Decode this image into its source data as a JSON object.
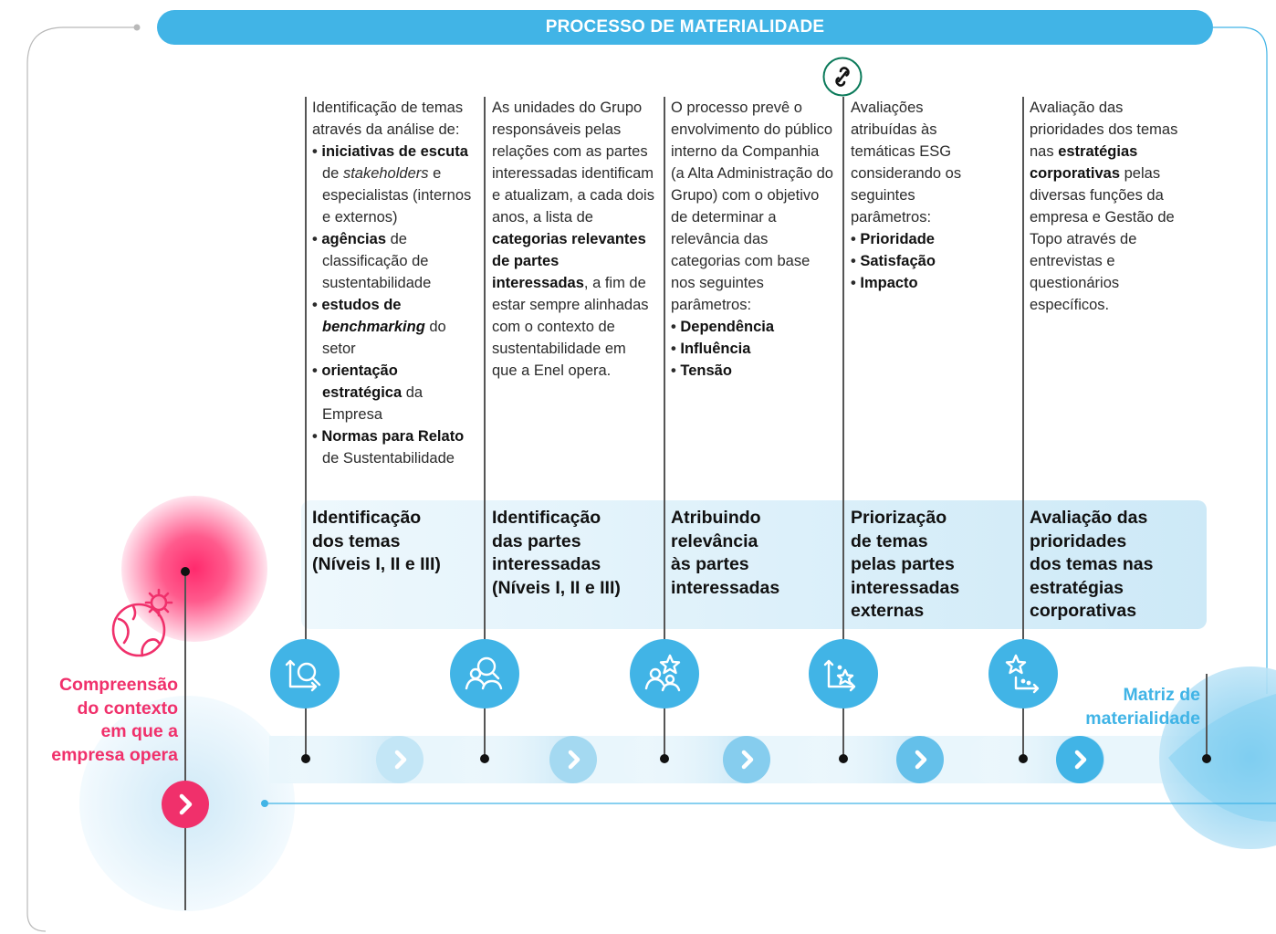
{
  "header": {
    "title": "PROCESSO DE MATERIALIDADE"
  },
  "start": {
    "label_lines": [
      "Compreensão",
      "do contexto",
      "em que a",
      "empresa opera"
    ]
  },
  "end": {
    "label_lines": [
      "Matriz de",
      "materialidade"
    ]
  },
  "steps": [
    {
      "title_lines": [
        "Identificação",
        "dos temas",
        "(Níveis I, II e III)"
      ],
      "icon": "magnifier-chart-icon",
      "intro": "Identificação de temas através da análise de:",
      "bullets": [
        {
          "bold": "iniciativas de escuta",
          "rest_prefix": " de ",
          "italic": "stakeholders",
          "rest": " e especialistas (internos e externos)"
        },
        {
          "bold": "agências",
          "rest": " de classificação de sustentabilidade"
        },
        {
          "bold": "estudos de ",
          "bold_italic": "benchmarking",
          "rest": " do setor"
        },
        {
          "bold": "orientação estratégica",
          "rest": " da Empresa"
        },
        {
          "bold": "Normas para Relato",
          "rest": " de Sustentabilidade"
        }
      ]
    },
    {
      "title_lines": [
        "Identificação",
        "das partes",
        "interessadas",
        "(Níveis I, II e III)"
      ],
      "icon": "people-search-icon",
      "text_before": "As unidades do Grupo responsáveis pelas relações com as partes interessadas identificam e atualizam, a cada dois anos, a lista de ",
      "text_bold": "categorias relevantes de partes interessadas",
      "text_after": ", a fim de estar sempre alinhadas com o contexto de sustentabilidade em que a Enel opera."
    },
    {
      "title_lines": [
        "Atribuindo",
        "relevância",
        "às partes",
        "interessadas"
      ],
      "icon": "people-star-icon",
      "intro": "O processo prevê o envolvimento do público interno da Companhia (a Alta Administração do Grupo) com o objetivo de determinar a relevância das categorias com base nos seguintes parâmetros:",
      "bullets": [
        {
          "bold": "Dependência"
        },
        {
          "bold": "Influência"
        },
        {
          "bold": "Tensão"
        }
      ]
    },
    {
      "title_lines": [
        "Priorização",
        "de temas",
        "pelas partes",
        "interessadas",
        "externas"
      ],
      "icon": "chart-star-icon",
      "intro": "Avaliações atribuídas às temáticas ESG considerando os seguintes parâmetros:",
      "bullets": [
        {
          "bold": "Prioridade"
        },
        {
          "bold": "Satisfação"
        },
        {
          "bold": "Impacto"
        }
      ]
    },
    {
      "title_lines": [
        "Avaliação das",
        "prioridades",
        "dos temas nas",
        "estratégias",
        "corporativas"
      ],
      "icon": "star-chart-icon",
      "text_before": "Avaliação das prioridades dos temas nas ",
      "text_bold": "estratégias corporativas",
      "text_after": " pelas diversas funções da empresa e Gestão de Topo através de entrevistas e questionários específicos."
    }
  ],
  "link_icon": "link-icon",
  "colors": {
    "accent_blue": "#41b4e6",
    "accent_pink": "#f0306b",
    "light_blue_band": "#e3f3fb"
  }
}
